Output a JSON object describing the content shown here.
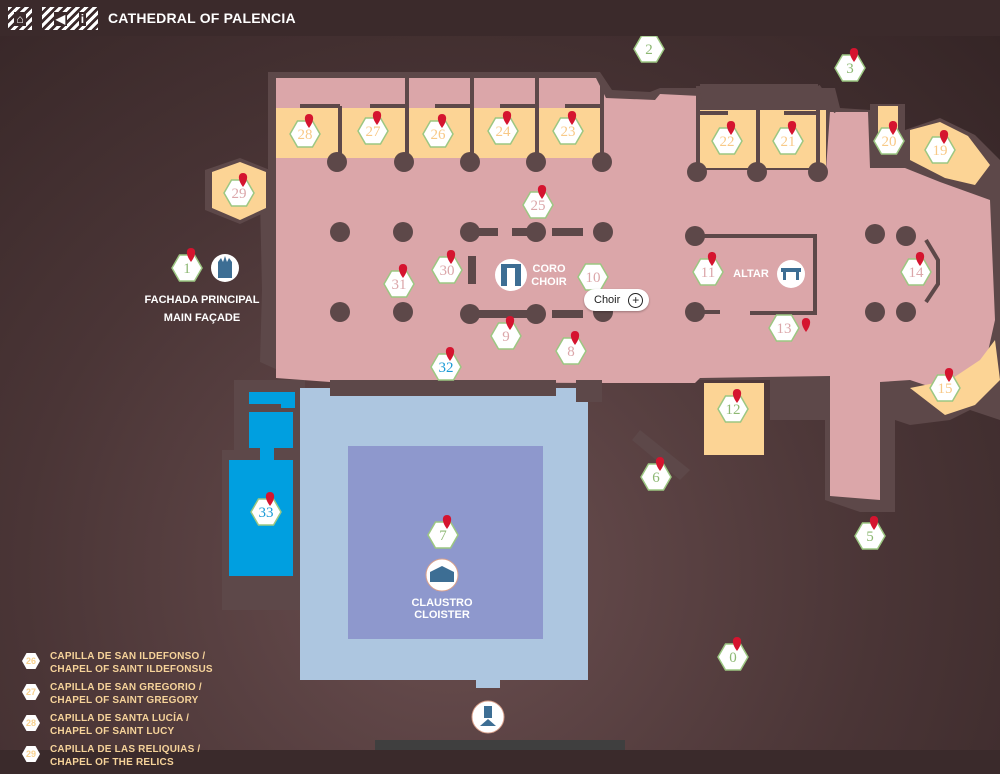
{
  "header": {
    "title": "CATHEDRAL OF PALENCIA",
    "home_icon": "home-icon",
    "back_icon": "back-arrow-icon",
    "info_icon": "info-icon",
    "info_label": "i"
  },
  "colors": {
    "background": "#3b2a2b",
    "nave": "#dba6a9",
    "chapel": "#fcd495",
    "wall": "#5d4849",
    "cloister_outer": "#adc6e0",
    "cloister_inner": "#8e98cd",
    "blue_room": "#009fe0",
    "pin": "#d5142f",
    "hex_border": "#9cc782"
  },
  "areas": {
    "facade": {
      "line1": "FACHADA PRINCIPAL",
      "line2": "MAIN FAÇADE",
      "icon": "cathedral-facade-icon"
    },
    "choir": {
      "line1": "CORO",
      "line2": "CHOIR",
      "icon": "choir-stalls-icon"
    },
    "altar": {
      "line1": "ALTAR",
      "icon": "altar-table-icon"
    },
    "cloister": {
      "line1": "CLAUSTRO",
      "line2": "CLOISTER",
      "icon": "cloister-icon"
    },
    "entrance": {
      "icon": "entrance-door-icon"
    }
  },
  "tooltip": {
    "label": "Choir",
    "icon": "plus-circle-icon"
  },
  "markers": [
    {
      "n": "0",
      "color": "#8db873"
    },
    {
      "n": "1",
      "color": "#8db873"
    },
    {
      "n": "2",
      "color": "#8db873"
    },
    {
      "n": "3",
      "color": "#8db873"
    },
    {
      "n": "5",
      "color": "#8db873"
    },
    {
      "n": "6",
      "color": "#8db873"
    },
    {
      "n": "7",
      "color": "#8db873"
    },
    {
      "n": "8",
      "color": "#dba6a9"
    },
    {
      "n": "9",
      "color": "#dba6a9"
    },
    {
      "n": "10",
      "color": "#dba6a9"
    },
    {
      "n": "11",
      "color": "#dba6a9"
    },
    {
      "n": "12",
      "color": "#8db873"
    },
    {
      "n": "13",
      "color": "#dba6a9"
    },
    {
      "n": "14",
      "color": "#dba6a9"
    },
    {
      "n": "15",
      "color": "#f8c987"
    },
    {
      "n": "19",
      "color": "#f8c987"
    },
    {
      "n": "20",
      "color": "#f8c987"
    },
    {
      "n": "21",
      "color": "#f8c987"
    },
    {
      "n": "22",
      "color": "#f8c987"
    },
    {
      "n": "23",
      "color": "#f8c987"
    },
    {
      "n": "24",
      "color": "#f8c987"
    },
    {
      "n": "25",
      "color": "#dba6a9"
    },
    {
      "n": "26",
      "color": "#f8c987"
    },
    {
      "n": "27",
      "color": "#f8c987"
    },
    {
      "n": "28",
      "color": "#f8c987"
    },
    {
      "n": "29",
      "color": "#dba6a9"
    },
    {
      "n": "30",
      "color": "#dba6a9"
    },
    {
      "n": "31",
      "color": "#dba6a9"
    },
    {
      "n": "32",
      "color": "#1a9ad6"
    },
    {
      "n": "33",
      "color": "#1a9ad6"
    }
  ],
  "legend": [
    {
      "n": "26",
      "line1": "CAPILLA DE SAN ILDEFONSO /",
      "line2": "CHAPEL OF SAINT ILDEFONSUS"
    },
    {
      "n": "27",
      "line1": "CAPILLA DE SAN GREGORIO /",
      "line2": "CHAPEL OF SAINT GREGORY"
    },
    {
      "n": "28",
      "line1": "CAPILLA DE SANTA LUCÍA /",
      "line2": "CHAPEL OF SAINT LUCY"
    },
    {
      "n": "29",
      "line1": "CAPILLA DE LAS RELIQUIAS /",
      "line2": "CHAPEL OF THE RELICS"
    }
  ]
}
